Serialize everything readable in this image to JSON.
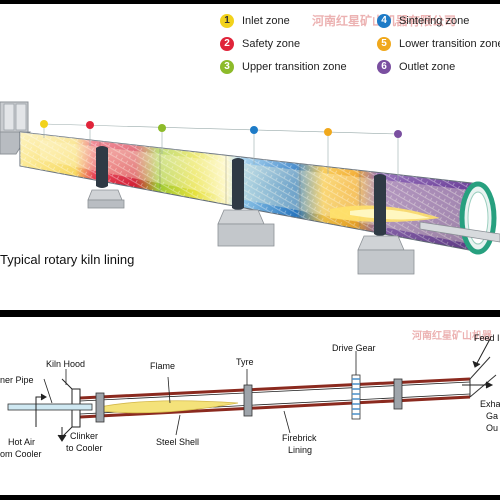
{
  "top": {
    "watermark": "河南红星矿山机器有限公司",
    "legend": [
      {
        "num": "1",
        "label": "Inlet zone",
        "color": "#f2d21b"
      },
      {
        "num": "2",
        "label": "Safety zone",
        "color": "#e0243a"
      },
      {
        "num": "3",
        "label": "Upper transition zone",
        "color": "#8dbb2a"
      },
      {
        "num": "4",
        "label": "Sintering zone",
        "color": "#1d7bc7"
      },
      {
        "num": "5",
        "label": "Lower transition zone",
        "color": "#f0a81c"
      },
      {
        "num": "6",
        "label": "Outlet zone",
        "color": "#7a4fa0"
      }
    ],
    "caption": "Typical rotary kiln lining"
  },
  "bottom": {
    "watermark": "河南红星矿山机器",
    "labels": {
      "kiln_hood": "Kiln Hood",
      "burner_pipe": "ner Pipe",
      "flame": "Flame",
      "tyre": "Tyre",
      "drive_gear": "Drive Gear",
      "feed": "Feed I",
      "hot_air_1": "Hot Air",
      "hot_air_2": "om Cooler",
      "clinker_1": "Clinker",
      "clinker_2": "to Cooler",
      "steel_shell": "Steel Shell",
      "firebrick_1": "Firebrick",
      "firebrick_2": "Lining",
      "exhaust_1": "Exha",
      "exhaust_2": "Ga",
      "exhaust_3": "Ou"
    }
  }
}
